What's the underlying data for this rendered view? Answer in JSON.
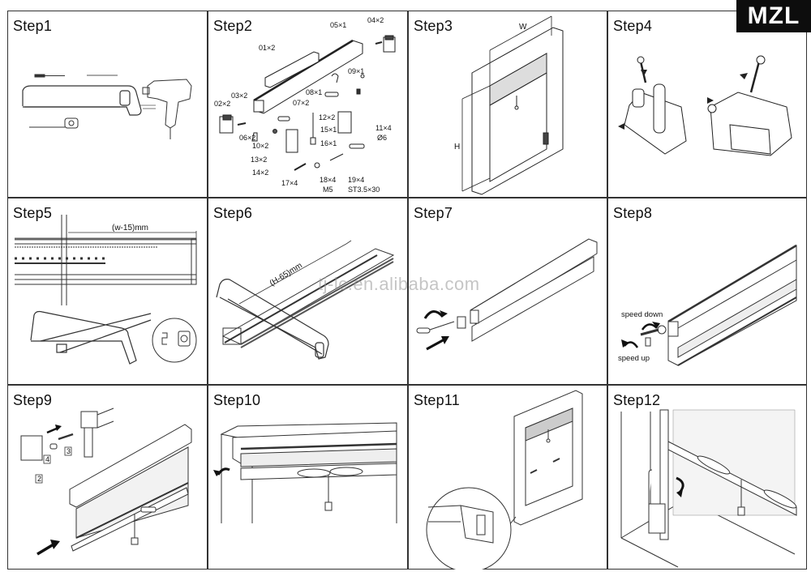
{
  "brand": {
    "logo_text": "MZL"
  },
  "watermark": "tj-lc.en.alibaba.com",
  "steps": [
    {
      "title": "Step1",
      "illustration": "tools-hacksaw-drill-tape-screwdriver"
    },
    {
      "title": "Step2",
      "illustration": "exploded-parts",
      "parts": [
        {
          "code": "01",
          "qty": "×2"
        },
        {
          "code": "02",
          "qty": "×2"
        },
        {
          "code": "03",
          "qty": "×2"
        },
        {
          "code": "04",
          "qty": "×2"
        },
        {
          "code": "05",
          "qty": "×1"
        },
        {
          "code": "06",
          "qty": "×2"
        },
        {
          "code": "07",
          "qty": "×2"
        },
        {
          "code": "08",
          "qty": "×1"
        },
        {
          "code": "09",
          "qty": "×1"
        },
        {
          "code": "10",
          "qty": "×2"
        },
        {
          "code": "11",
          "qty": "×4",
          "note": "Ø6"
        },
        {
          "code": "12",
          "qty": "×2"
        },
        {
          "code": "13",
          "qty": "×2"
        },
        {
          "code": "14",
          "qty": "×2"
        },
        {
          "code": "15",
          "qty": "×1"
        },
        {
          "code": "16",
          "qty": "×1"
        },
        {
          "code": "17",
          "qty": "×4"
        },
        {
          "code": "18",
          "qty": "×4",
          "note": "M5"
        },
        {
          "code": "19",
          "qty": "×4",
          "note": "ST3.5×30"
        }
      ]
    },
    {
      "title": "Step3",
      "illustration": "measure-window",
      "labels": {
        "width": "W",
        "height": "H"
      }
    },
    {
      "title": "Step4",
      "illustration": "assemble-end-brackets"
    },
    {
      "title": "Step5",
      "illustration": "cut-cassette",
      "labels": {
        "dimension": "(w-15)mm"
      }
    },
    {
      "title": "Step6",
      "illustration": "cut-guide-rail",
      "labels": {
        "dimension": "(H-65)mm"
      }
    },
    {
      "title": "Step7",
      "illustration": "insert-end-plug"
    },
    {
      "title": "Step8",
      "illustration": "adjust-spring-speed",
      "labels": {
        "speed_down": "speed down",
        "speed_up": "speed up"
      }
    },
    {
      "title": "Step9",
      "illustration": "attach-end-caps",
      "labels": {
        "n2": "2",
        "n3": "3",
        "n4": "4"
      }
    },
    {
      "title": "Step10",
      "illustration": "mount-cassette-top"
    },
    {
      "title": "Step11",
      "illustration": "install-in-frame-detail"
    },
    {
      "title": "Step12",
      "illustration": "fix-bottom-clip"
    }
  ]
}
